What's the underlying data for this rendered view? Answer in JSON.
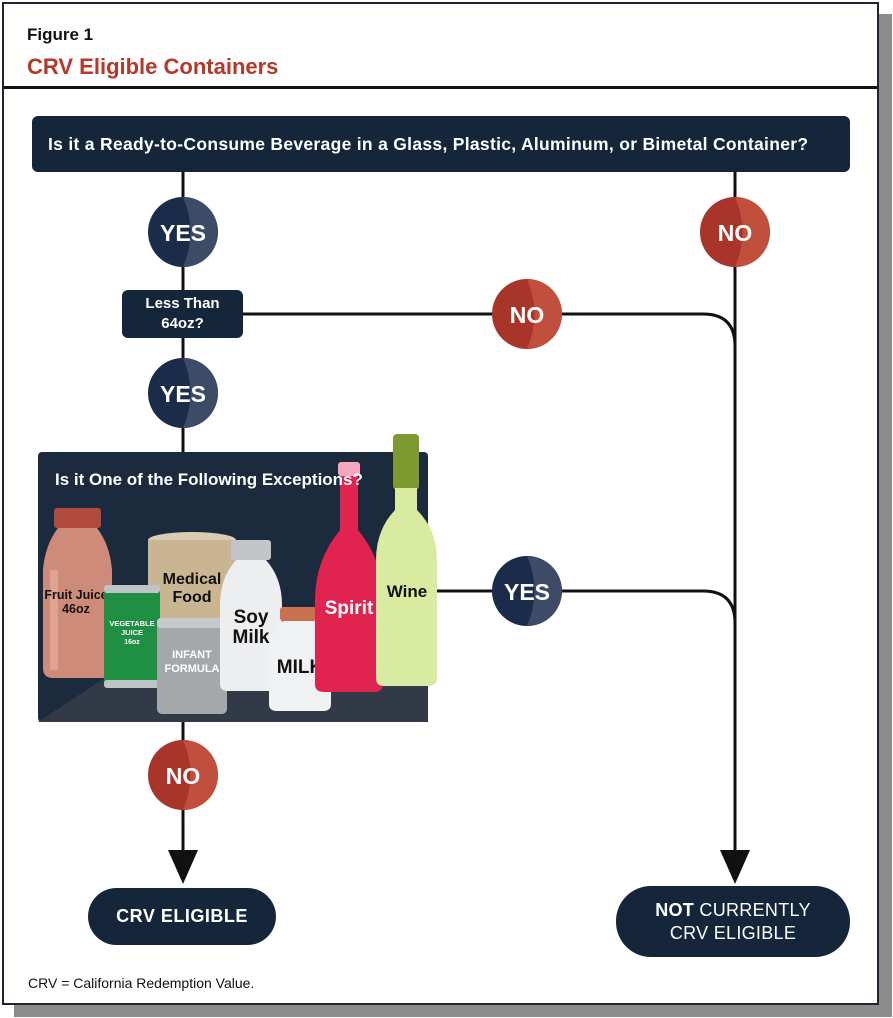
{
  "figure": {
    "label": "Figure 1",
    "title": "CRV Eligible Containers"
  },
  "questions": {
    "q1": "Is it a Ready-to-Consume Beverage in a Glass, Plastic, Aluminum, or Bimetal Container?",
    "q2_line1": "Less Than",
    "q2_line2": "64oz?",
    "q3": "Is it One of the Following Exceptions?"
  },
  "answers": {
    "yes": "YES",
    "no": "NO"
  },
  "containers": {
    "fruit_juice": "Fruit Juice",
    "fruit_juice_size": "46oz",
    "vegetable_juice_1": "VEGETABLE",
    "vegetable_juice_2": "JUICE",
    "vegetable_juice_size": "16oz",
    "medical_food_1": "Medical",
    "medical_food_2": "Food",
    "infant_formula_1": "INFANT",
    "infant_formula_2": "FORMULA",
    "soy_milk_1": "Soy",
    "soy_milk_2": "Milk",
    "milk": "MILK",
    "spirit": "Spirit",
    "wine": "Wine"
  },
  "outcomes": {
    "eligible": "CRV ELIGIBLE",
    "not_eligible_bold": "NOT",
    "not_eligible_rest": "CURRENTLY",
    "not_eligible_line2": "CRV ELIGIBLE"
  },
  "footnote": "CRV = California Redemption Value.",
  "colors": {
    "navy": "#15263b",
    "navy_circle": "#1b2c4a",
    "red_circle": "#a8342a",
    "title_red": "#b5382a"
  }
}
